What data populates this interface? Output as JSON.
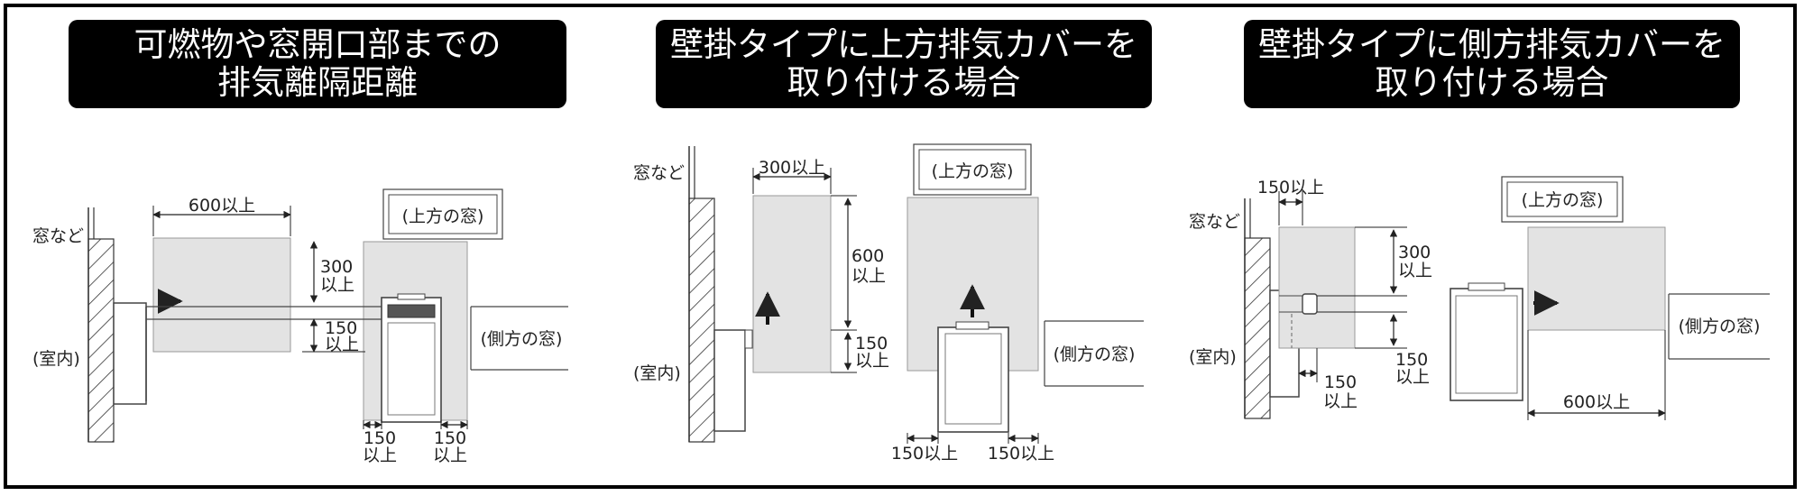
{
  "panels": [
    {
      "title_lines": [
        "可燃物や窓開口部までの",
        "排気離隔距離"
      ],
      "labels": {
        "window": "窓など",
        "indoor": "(室内)",
        "upper_window": "(上方の窓)",
        "side_window": "(側方の窓)",
        "width": "600以上",
        "top_num": "300",
        "top_unit": "以上",
        "bottom_num": "150",
        "bottom_unit": "以上",
        "left_num": "150",
        "left_unit": "以上",
        "right_num": "150",
        "right_unit": "以上"
      }
    },
    {
      "title_lines": [
        "壁掛タイプに上方排気カバーを",
        "取り付ける場合"
      ],
      "labels": {
        "window": "窓など",
        "indoor": "(室内)",
        "upper_window": "(上方の窓)",
        "side_window": "(側方の窓)",
        "width": "300以上",
        "height_num": "600",
        "height_unit": "以上",
        "bottom_num": "150",
        "bottom_unit": "以上",
        "left": "150以上",
        "right": "150以上"
      }
    },
    {
      "title_lines": [
        "壁掛タイプに側方排気カバーを",
        "取り付ける場合"
      ],
      "labels": {
        "window": "窓など",
        "indoor": "(室内)",
        "upper_window": "(上方の窓)",
        "side_window": "(側方の窓)",
        "top_width": "150以上",
        "top_num": "300",
        "top_unit": "以上",
        "bottom_num": "150",
        "bottom_unit": "以上",
        "front_num": "150",
        "front_unit": "以上",
        "width": "600以上"
      }
    }
  ]
}
